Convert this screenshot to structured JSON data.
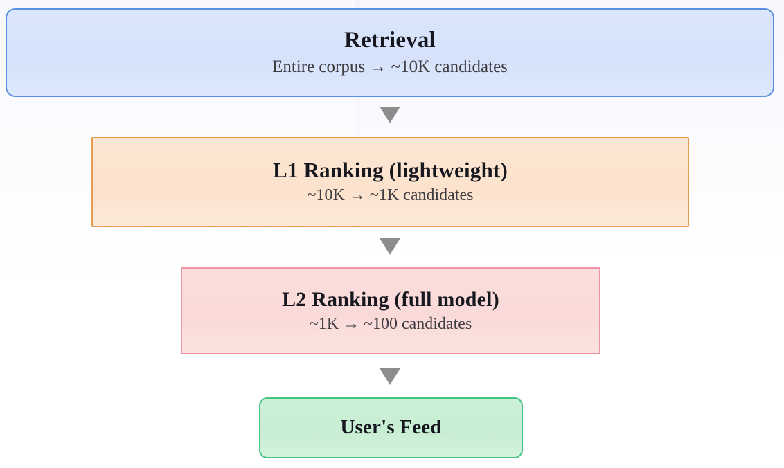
{
  "diagram": {
    "type": "flowchart",
    "orientation": "top-to-bottom",
    "background_color": "#ffffff",
    "nodes": [
      {
        "id": "retrieval",
        "title": "Retrieval",
        "subtitle": "Entire corpus → ~10K candidates",
        "fill_color": "#d8e4fb",
        "border_color": "#5b8fe0",
        "shape": "rounded-rectangle"
      },
      {
        "id": "l1",
        "title": "L1 Ranking (lightweight)",
        "subtitle": "~10K → ~1K candidates",
        "fill_color": "#fce4d0",
        "border_color": "#e79a50",
        "shape": "rectangle"
      },
      {
        "id": "l2",
        "title": "L2 Ranking (full model)",
        "subtitle": "~1K → ~100 candidates",
        "fill_color": "#fbdcda",
        "border_color": "#ef93ab",
        "shape": "rectangle"
      },
      {
        "id": "feed",
        "title": "User's Feed",
        "subtitle": "",
        "fill_color": "#caeed4",
        "border_color": "#45c383",
        "shape": "rounded-rectangle"
      }
    ],
    "connectors": [
      {
        "id": "arrow-1",
        "from": "retrieval",
        "to": "l1",
        "glyph": "down-triangle",
        "color": "#8d8d8d"
      },
      {
        "id": "arrow-2",
        "from": "l1",
        "to": "l2",
        "glyph": "down-triangle",
        "color": "#8d8d8d"
      },
      {
        "id": "arrow-3",
        "from": "l2",
        "to": "feed",
        "glyph": "down-triangle",
        "color": "#8d8d8d"
      }
    ]
  }
}
